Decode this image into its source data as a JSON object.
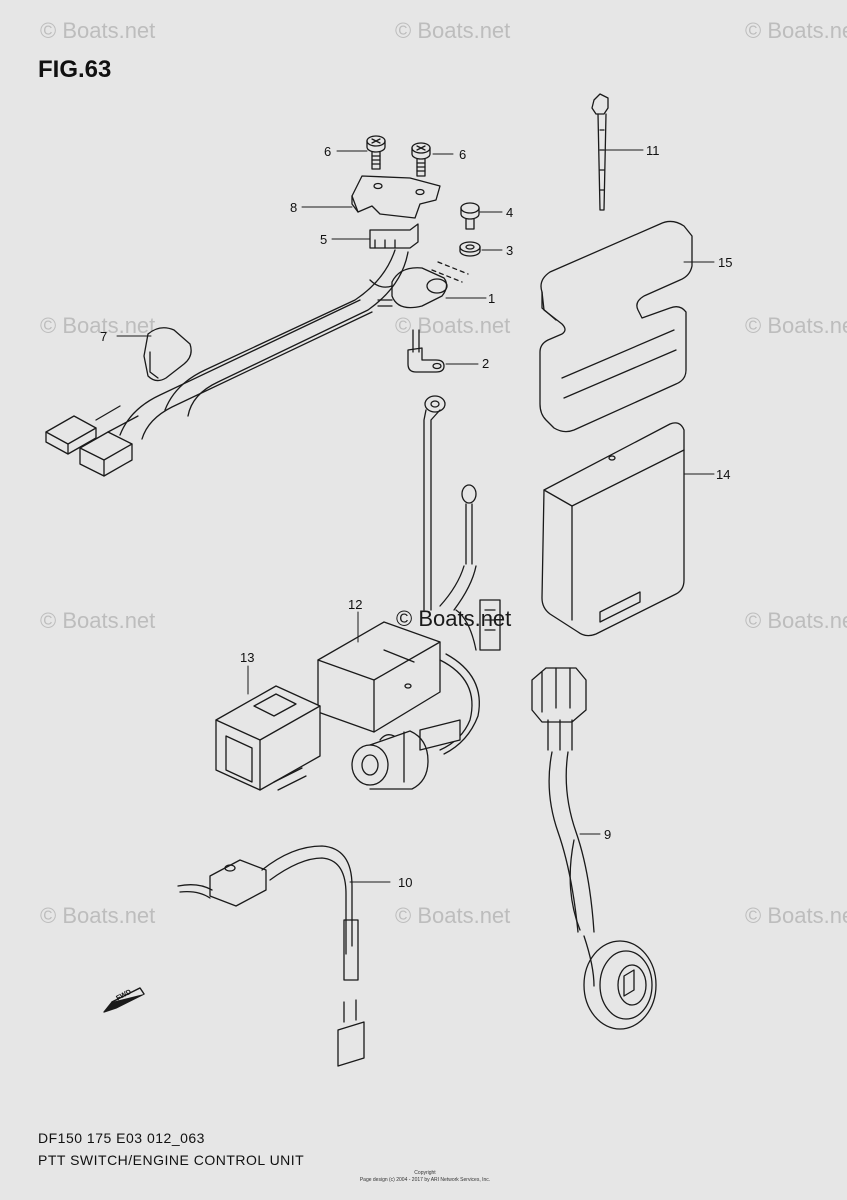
{
  "figure": {
    "title": "FIG.63"
  },
  "footer": {
    "model_code": "DF150 175 E03 012_063",
    "section_title": "PTT SWITCH/ENGINE CONTROL UNIT",
    "copyright_line1": "Copyright",
    "copyright_line2": "Page design (c) 2004 - 2017 by ARI Network Services, Inc."
  },
  "watermark": {
    "text": "© Boats.net",
    "center_text": "© Boats.net"
  },
  "direction_marker": {
    "label": "FWD"
  },
  "callouts": [
    {
      "id": "1",
      "label": "1"
    },
    {
      "id": "2",
      "label": "2"
    },
    {
      "id": "3",
      "label": "3"
    },
    {
      "id": "4",
      "label": "4"
    },
    {
      "id": "5",
      "label": "5"
    },
    {
      "id": "6a",
      "label": "6"
    },
    {
      "id": "6b",
      "label": "6"
    },
    {
      "id": "7",
      "label": "7"
    },
    {
      "id": "8",
      "label": "8"
    },
    {
      "id": "9",
      "label": "9"
    },
    {
      "id": "10",
      "label": "10"
    },
    {
      "id": "11",
      "label": "11"
    },
    {
      "id": "12",
      "label": "12"
    },
    {
      "id": "13",
      "label": "13"
    },
    {
      "id": "14",
      "label": "14"
    },
    {
      "id": "15",
      "label": "15"
    }
  ],
  "colors": {
    "background": "#e6e6e6",
    "line": "#1a1a1a",
    "watermark": "#bdbdbd"
  }
}
